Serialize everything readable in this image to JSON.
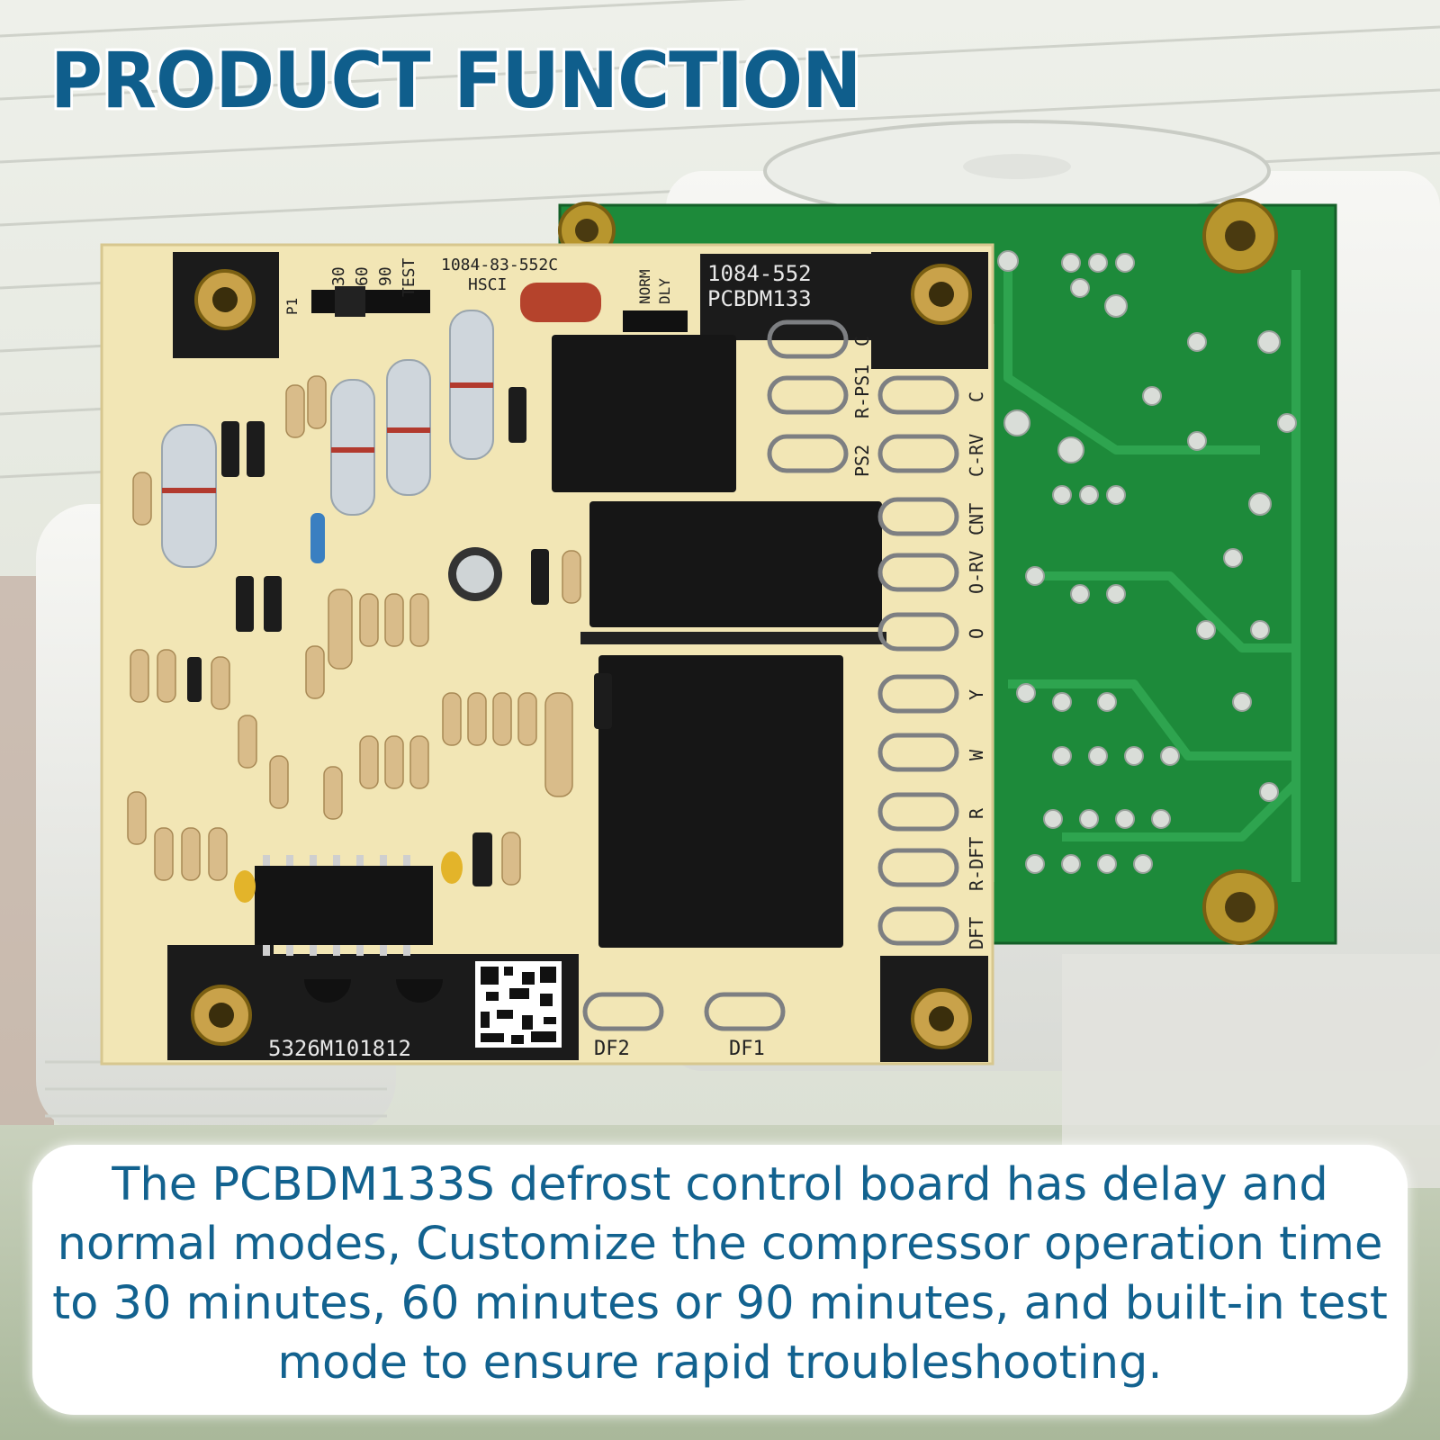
{
  "title": "PRODUCT FUNCTION",
  "description": "The PCBDM133S defrost control board has delay and normal modes, Customize the compressor operation time to 30 minutes, 60 minutes or 90 minutes, and built-in test mode to ensure rapid troubleshooting.",
  "board_front": {
    "part_code": "1084-83-552C",
    "hsci": "HSCI",
    "model_line1": "1084-552",
    "model_line2": "PCBDM133",
    "serial": "5326M101812",
    "p1": "P1",
    "jumper_30": "30",
    "jumper_60": "60",
    "jumper_90": "90",
    "jumper_test": "TEST",
    "mode_norm": "NORM",
    "mode_dly": "DLY",
    "df1": "DF1",
    "df2": "DF2",
    "terminals_right": [
      "C",
      "C-RV",
      "CNT",
      "O-RV",
      "O",
      "Y",
      "W",
      "R",
      "R-DFT",
      "DFT"
    ],
    "terminals_left": [
      "C",
      "R-PS1",
      "PS2"
    ]
  },
  "colors": {
    "title": "#0f5e8c",
    "caption_text": "#12628f",
    "board_front": "#f2e6b5",
    "board_back": "#1d8a3a"
  }
}
